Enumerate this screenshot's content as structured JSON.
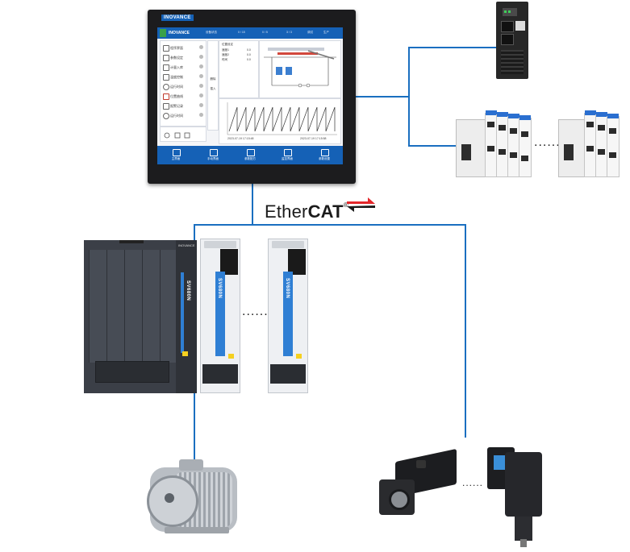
{
  "protocol": {
    "ether": "Ether",
    "cat": "CAT",
    "registered": "®",
    "line_color": "#1a6fc0"
  },
  "hmi": {
    "brand": "INOVANCE",
    "screen_brand": "INOVANCE",
    "top_labels": [
      "设备状态",
      "0 / 15",
      "0 / 5",
      "3 / 3",
      "调试",
      "生产"
    ],
    "side_items": [
      {
        "label": "程序界面",
        "icon": "program-icon"
      },
      {
        "label": "参数设定",
        "icon": "music-note-icon"
      },
      {
        "label": "计量入库",
        "icon": "chart-icon"
      },
      {
        "label": "温度控制",
        "icon": "thermometer-icon"
      },
      {
        "label": "运行时间",
        "icon": "clock-icon"
      },
      {
        "label": "位置曲线",
        "icon": "curve-icon"
      },
      {
        "label": "报警记录",
        "icon": "wrench-icon"
      },
      {
        "label": "运行时间",
        "icon": "clock-icon"
      }
    ],
    "mid_buttons": [
      "删除",
      "插入"
    ],
    "table_title": "位置设定",
    "table_rows": [
      {
        "label": "速度1",
        "value": "0.0"
      },
      {
        "label": "速度2",
        "value": "0.0"
      },
      {
        "label": "时间",
        "value": "0.0"
      }
    ],
    "chart_times": [
      "2023-07-19 17:15:48",
      "2023-07-19 17:15:58"
    ],
    "tabs": [
      {
        "label": "主界面",
        "icon": "home-icon"
      },
      {
        "label": "手动界面",
        "icon": "hand-icon"
      },
      {
        "label": "参数配方",
        "icon": "grid-icon"
      },
      {
        "label": "监控界面",
        "icon": "monitor-icon"
      },
      {
        "label": "参数设置",
        "icon": "settings-icon"
      }
    ]
  },
  "ellipsis": "......",
  "drive": {
    "brand": "INOVANCE",
    "model": "SV680N"
  }
}
